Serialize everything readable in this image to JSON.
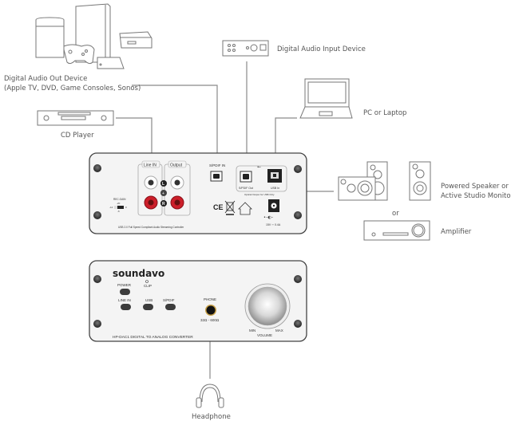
{
  "devices": {
    "digital_audio_out": {
      "label_line1": "Digital Audio Out Device",
      "label_line2": "(Apple TV, DVD, Game Consoles, Sonos)"
    },
    "cd_player": {
      "label": "CD Player"
    },
    "digital_audio_input": {
      "label": "Digital Audio Input Device"
    },
    "pc_laptop": {
      "label": "PC or Laptop"
    },
    "powered_speaker": {
      "label_line1": "Powered Speaker or",
      "label_line2": "Active Studio Monitor"
    },
    "or_label": "or",
    "amplifier": {
      "label": "Amplifier"
    },
    "headphone": {
      "label": "Headphone"
    }
  },
  "rear_panel": {
    "line_in": "Line IN",
    "output": "Output",
    "left": "L",
    "right": "R",
    "spdif_in": "S/PDIF IN",
    "spdif_out": "S/PDIF Out",
    "usb_in": "USB In",
    "optical_note": "Optical Output for USB Only",
    "rec_gain": "REC.GAIN",
    "gain_top": "-20",
    "gain_left": "-12",
    "gain_right": "0",
    "gain_bottom": "-6",
    "usb_note": "USB 2.0 Full Speed Compliant Audio Streaming Controller",
    "power_spec": "15V ⎓ 0.4A",
    "ce_mark": "CE"
  },
  "front_panel": {
    "brand": "soundavo",
    "power": "POWER",
    "clip": "CLIP",
    "line_in": "LINE IN",
    "usb": "USB",
    "spdif": "S/PDIF",
    "phone": "PHONE",
    "impedance": "32Ω - 600Ω",
    "model": "HP-DAC1   DIGITAL TO ANALOG CONVERTER",
    "min": "MIN",
    "max": "MAX",
    "volume": "VOLUME"
  },
  "colors": {
    "line": "#8a8a8a",
    "panel_fill": "#f4f4f4",
    "panel_border": "#555555",
    "red_jack": "#cc1f2a",
    "text": "#555555"
  }
}
